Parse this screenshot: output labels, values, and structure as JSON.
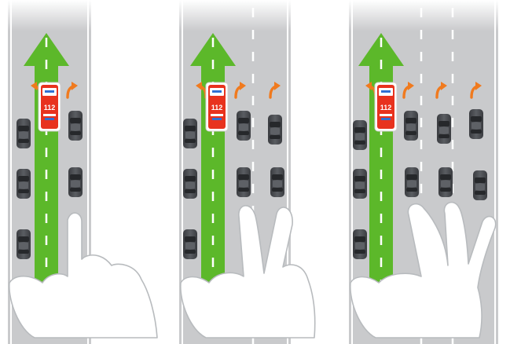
{
  "diagram": {
    "panels": [
      {
        "id": "two-lanes",
        "lanes": 2,
        "fingers_shown": 1
      },
      {
        "id": "three-lanes",
        "lanes": 3,
        "fingers_shown": 2
      },
      {
        "id": "four-lanes",
        "lanes": 4,
        "fingers_shown": 3
      }
    ],
    "emergency_vehicle": {
      "label": "112",
      "color": "#e8321e"
    },
    "corridor_color": "#5cb82a",
    "road_color": "#c9cacc",
    "lane_marking_color": "#ffffff",
    "arrow_color": "#f07a1e",
    "car_color": "#4a4c50",
    "hand_fill": "#ffffff",
    "hand_outline": "#b8bbbe",
    "icons": [
      "orange-turn-arrow-icon",
      "green-corridor-arrow-icon",
      "ambulance-icon",
      "car-icon",
      "hand-icon"
    ]
  }
}
